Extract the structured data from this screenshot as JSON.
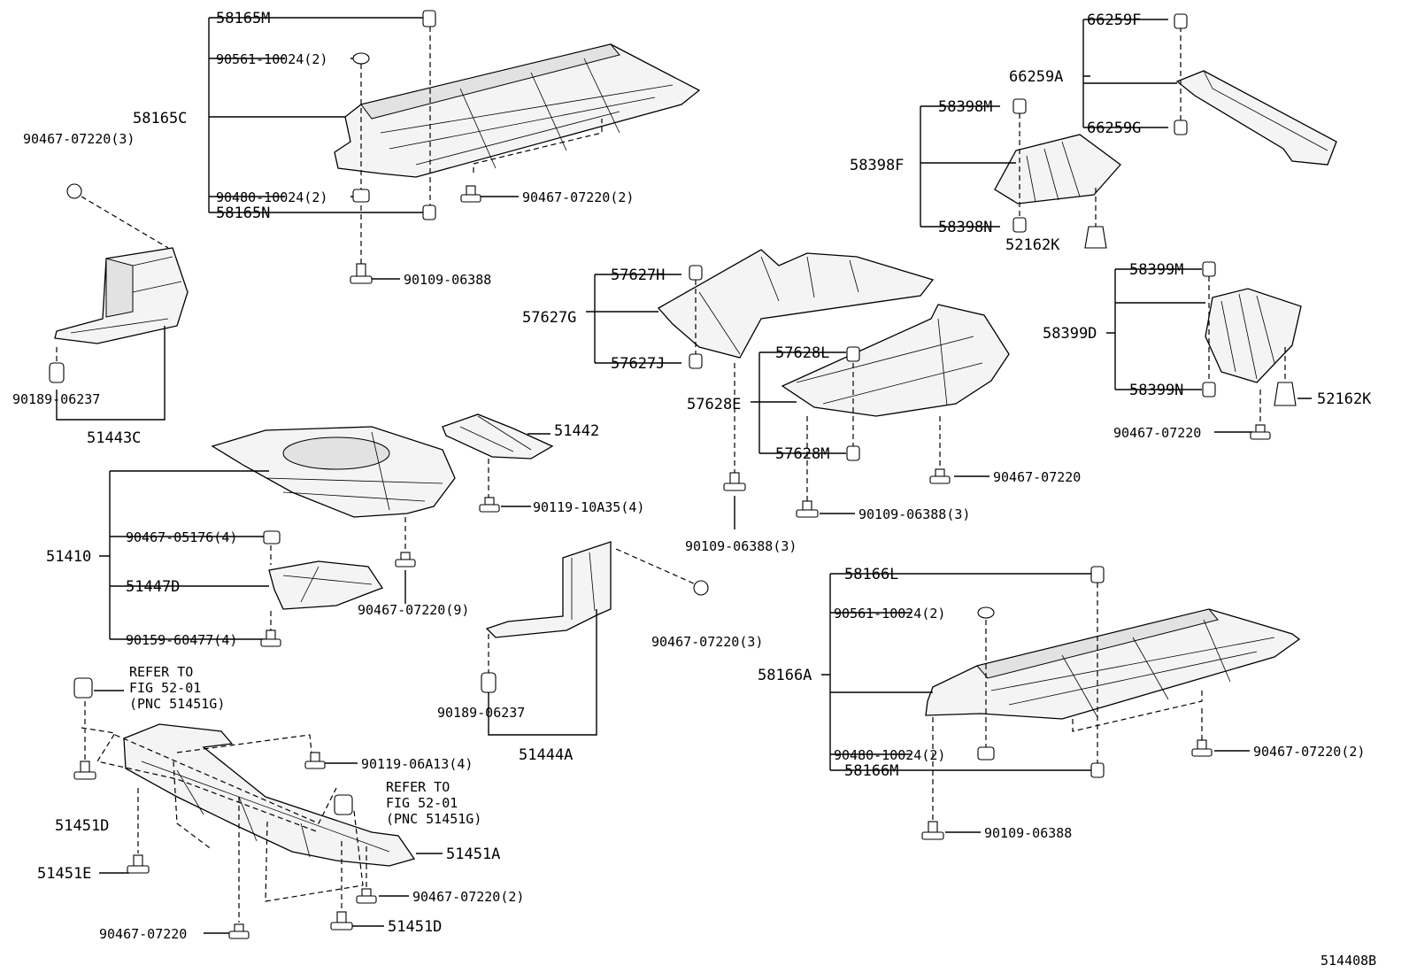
{
  "diagram_id": "514408B",
  "labels": {
    "p58165M": "58165M",
    "p90561_a": "90561-10024(2)",
    "p58165C": "58165C",
    "p90480_a": "90480-10024(2)",
    "p58165N": "58165N",
    "p90467_2a": "90467-07220(2)",
    "p90109_a": "90109-06388",
    "p90467_3a": "90467-07220(3)",
    "p90189_a": "90189-06237",
    "p51443C": "51443C",
    "p66259F": "66259F",
    "p66259A": "66259A",
    "p66259G": "66259G",
    "p58398M": "58398M",
    "p58398F": "58398F",
    "p58398N": "58398N",
    "p52162K_a": "52162K",
    "p57627H": "57627H",
    "p57627G": "57627G",
    "p57627J": "57627J",
    "p57628L": "57628L",
    "p57628E": "57628E",
    "p57628M": "57628M",
    "p90467_b": "90467-07220",
    "p90109_3a": "90109-06388(3)",
    "p90109_3b": "90109-06388(3)",
    "p58399M": "58399M",
    "p58399D": "58399D",
    "p58399N": "58399N",
    "p52162K_b": "52162K",
    "p90467_c": "90467-07220",
    "p51442": "51442",
    "p90119_10": "90119-10A35(4)",
    "p51410": "51410",
    "p90467_05176": "90467-05176(4)",
    "p51447D": "51447D",
    "p90467_9": "90467-07220(9)",
    "p90159": "90159-60477(4)",
    "p90467_3b": "90467-07220(3)",
    "p90189_b": "90189-06237",
    "p51444A": "51444A",
    "p58166L": "58166L",
    "p90561_b": "90561-10024(2)",
    "p58166A": "58166A",
    "p90480_b": "90480-10024(2)",
    "p58166M": "58166M",
    "p90467_2b": "90467-07220(2)",
    "p90109_b": "90109-06388",
    "refer1": [
      "REFER TO",
      "FIG 52-01",
      "(PNC 51451G)"
    ],
    "refer2": [
      "REFER TO",
      "FIG 52-01",
      "(PNC 51451G)"
    ],
    "p90119_06": "90119-06A13(4)",
    "p51451D_a": "51451D",
    "p51451A": "51451A",
    "p51451E": "51451E",
    "p90467_2c": "90467-07220(2)",
    "p90467_d": "90467-07220",
    "p51451D_b": "51451D"
  },
  "icons": {
    "clip": "push-clip-icon",
    "bolt": "flange-bolt-icon",
    "nut": "nut-icon",
    "retainer": "retainer-icon"
  }
}
